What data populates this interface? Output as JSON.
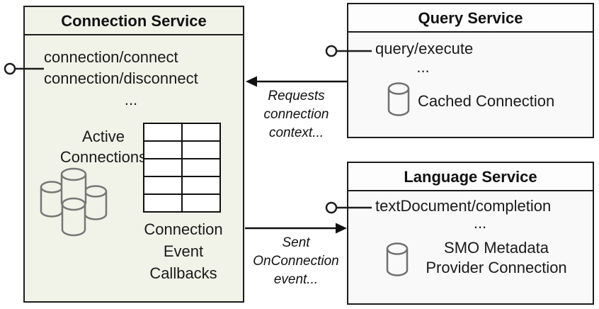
{
  "colors": {
    "connection_box_fill": "#f1f3e9",
    "service_box_fill": "#f9f9f9",
    "border": "#1c1c1c",
    "cylinder_stroke": "#767676",
    "text": "#1a1a1a"
  },
  "connection_service": {
    "title": "Connection Service",
    "methods": [
      "connection/connect",
      "connection/disconnect"
    ],
    "ellipsis": "...",
    "active_connections_label": "Active\nConnections",
    "callbacks_label": "Connection\nEvent\nCallbacks",
    "callback_table": {
      "rows": 5,
      "cols": 2
    }
  },
  "query_service": {
    "title": "Query Service",
    "method": "query/execute",
    "ellipsis": "...",
    "connection_label": "Cached Connection"
  },
  "language_service": {
    "title": "Language Service",
    "method": "textDocument/completion",
    "ellipsis": "...",
    "connection_label": "SMO Metadata\nProvider Connection"
  },
  "edges": {
    "requests_label": "Requests\nconnection\ncontext...",
    "sent_label": "Sent\nOnConnection\nevent..."
  }
}
